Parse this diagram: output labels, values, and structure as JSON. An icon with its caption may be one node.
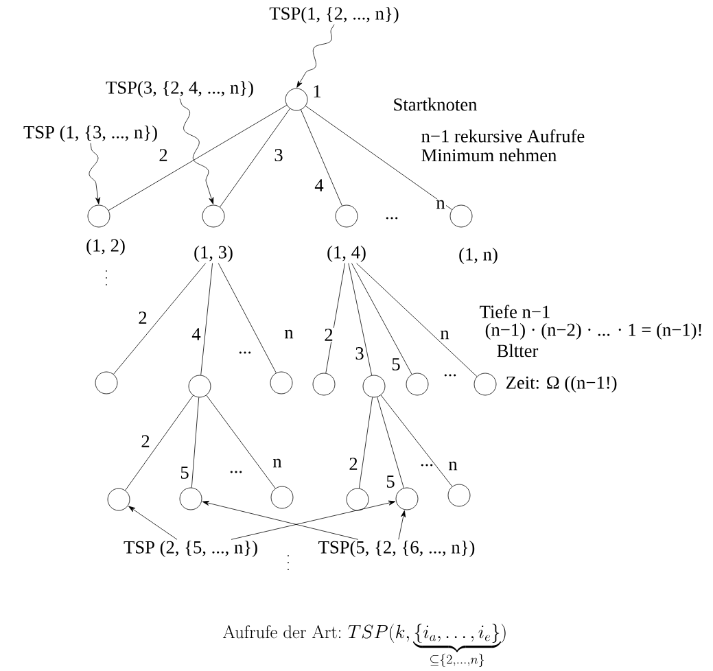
{
  "diagram": {
    "nodes": [
      {
        "text": [
          "TSP(1, {2, ..., n})"
        ]
      },
      {
        "text": [],
        "shape": "circle",
        "beside": [
          "1"
        ]
      },
      {
        "text": [
          "TSP(3, {2, 4, ..., n})"
        ]
      },
      {
        "text": [
          "TSP (1, {3, ..., n})"
        ]
      },
      {
        "text": [],
        "shape": "circle"
      },
      {
        "text": [],
        "shape": "circle"
      },
      {
        "text": [],
        "shape": "circle"
      },
      {
        "text": [],
        "shape": "circle"
      },
      {
        "text": [
          "(1, 3)"
        ]
      },
      {
        "text": [
          "(1, 4)"
        ]
      },
      {
        "text": [],
        "shape": "circle"
      },
      {
        "text": [],
        "shape": "circle"
      },
      {
        "text": [],
        "shape": "circle"
      },
      {
        "text": [],
        "shape": "circle"
      },
      {
        "text": [],
        "shape": "circle"
      },
      {
        "text": [],
        "shape": "circle"
      },
      {
        "text": [],
        "shape": "circle"
      },
      {
        "text": [],
        "shape": "circle"
      },
      {
        "text": [],
        "shape": "circle"
      },
      {
        "text": [],
        "shape": "circle"
      },
      {
        "text": [],
        "shape": "circle"
      },
      {
        "text": [],
        "shape": "circle"
      },
      {
        "text": [],
        "shape": "circle"
      },
      {
        "text": [
          "TSP (2, {5, ..., n})"
        ]
      },
      {
        "text": [
          "TSP(5, {2, {6, ..., n})"
        ]
      }
    ],
    "edges": [
      {
        "from": 0,
        "to": 1,
        "arrow": "to"
      },
      {
        "from": 2,
        "to": 5,
        "arrow": "to"
      },
      {
        "from": 3,
        "to": 4,
        "arrow": "to"
      },
      {
        "from": 1,
        "to": 4,
        "arrow": "none",
        "label": "2"
      },
      {
        "from": 1,
        "to": 5,
        "arrow": "none",
        "label": "3"
      },
      {
        "from": 1,
        "to": 6,
        "arrow": "none",
        "label": "4"
      },
      {
        "from": 1,
        "to": 7,
        "arrow": "none",
        "label": "n"
      },
      {
        "from": 8,
        "to": 10,
        "arrow": "none",
        "label": "2"
      },
      {
        "from": 8,
        "to": 11,
        "arrow": "none",
        "label": "4"
      },
      {
        "from": 8,
        "to": 12,
        "arrow": "none",
        "label": "n"
      },
      {
        "from": 9,
        "to": 13,
        "arrow": "none",
        "label": "2"
      },
      {
        "from": 9,
        "to": 14,
        "arrow": "none",
        "label": "3"
      },
      {
        "from": 9,
        "to": 15,
        "arrow": "none",
        "label": "5"
      },
      {
        "from": 9,
        "to": 16,
        "arrow": "none",
        "label": "n"
      },
      {
        "from": 11,
        "to": 17,
        "arrow": "none",
        "label": "2"
      },
      {
        "from": 11,
        "to": 18,
        "arrow": "none",
        "label": "5"
      },
      {
        "from": 11,
        "to": 19,
        "arrow": "none",
        "label": "n"
      },
      {
        "from": 14,
        "to": 20,
        "arrow": "none",
        "label": "2"
      },
      {
        "from": 14,
        "to": 21,
        "arrow": "none",
        "label": "5"
      },
      {
        "from": 14,
        "to": 22,
        "arrow": "none",
        "label": "n"
      },
      {
        "from": 23,
        "to": 17,
        "arrow": "to"
      },
      {
        "from": 23,
        "to": 21,
        "arrow": "to"
      },
      {
        "from": 24,
        "to": 18,
        "arrow": "to"
      },
      {
        "from": 24,
        "to": 21,
        "arrow": "to"
      }
    ],
    "labels": [
      "Startknoten",
      "n−1 rekursive Aufrufe",
      "Minimum nehmen",
      "...",
      "(1, 2)",
      "(1, n)",
      "Tiefe n−1",
      "(n−1) · (n−2) · ... · 1 = (n−1)!",
      "...",
      "Bltter",
      "...",
      "Zeit: Ω ((n−1!)",
      "...",
      "...",
      "Aufrufe der Art:",
      "TSP(k,\\underbrace{\\{i_a,\\ldots,i_e\\}}_{\\subseteq\\{2,\\ldots,n\\}})"
    ]
  }
}
